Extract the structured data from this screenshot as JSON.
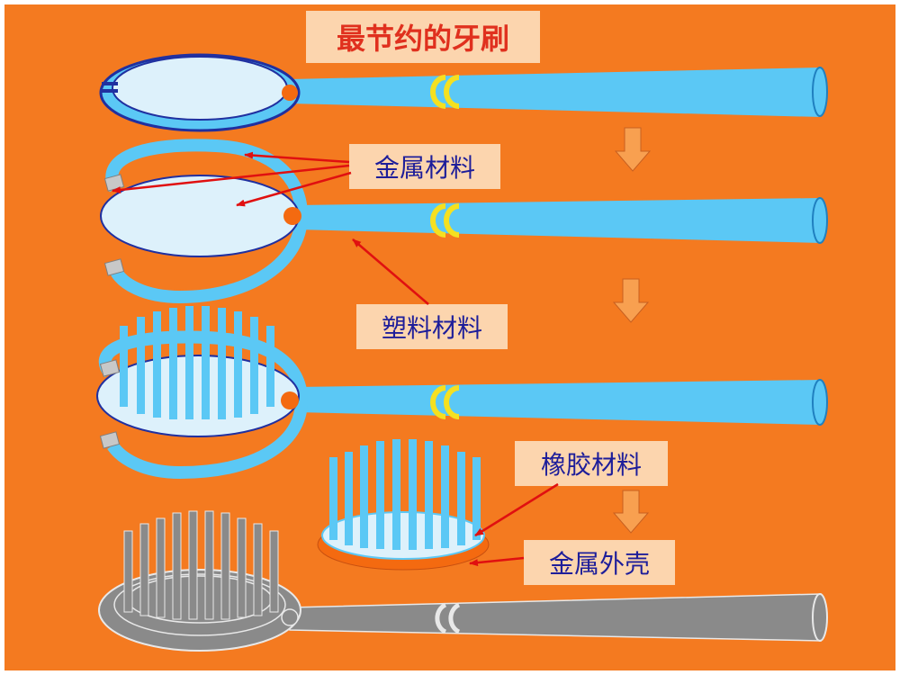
{
  "title": "最节约的牙刷",
  "labels": {
    "metal": "金属材料",
    "plastic": "塑料材料",
    "rubber": "橡胶材料",
    "shell": "金属外壳"
  },
  "colors": {
    "background": "#F47A20",
    "frame": "#FFFFFF",
    "label_box": "#FCD5AE",
    "title_text": "#E0301E",
    "label_text": "#1E1E9A",
    "arrow_line": "#E01010",
    "handle_blue": "#5BC8F5",
    "head_fill": "#DDF1FB",
    "rim_blue": "#2030A0",
    "clip_yellow": "#F5E020",
    "knob_orange": "#F46A10",
    "final_gray": "#8A8A8A",
    "down_arrow": "#F8A050"
  }
}
